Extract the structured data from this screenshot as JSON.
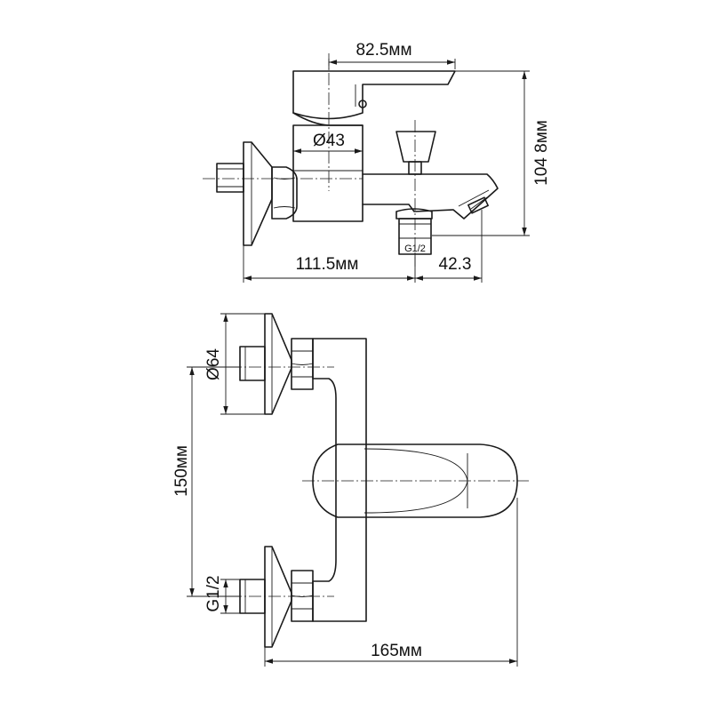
{
  "side_view": {
    "dims": {
      "handle_offset": "82.5мм",
      "body_diameter": "Ø43",
      "height": "104 8мм",
      "inlet_to_outlet": "111.5мм",
      "outlet_to_spout": "42.3",
      "outlet_thread": "G1/2"
    }
  },
  "top_view": {
    "dims": {
      "flange_diameter": "Ø64",
      "inlet_spacing": "150мм",
      "inlet_thread": "G1/2",
      "overall_width": "165мм"
    }
  },
  "colors": {
    "line": "#1a1a1a",
    "background": "#ffffff"
  }
}
